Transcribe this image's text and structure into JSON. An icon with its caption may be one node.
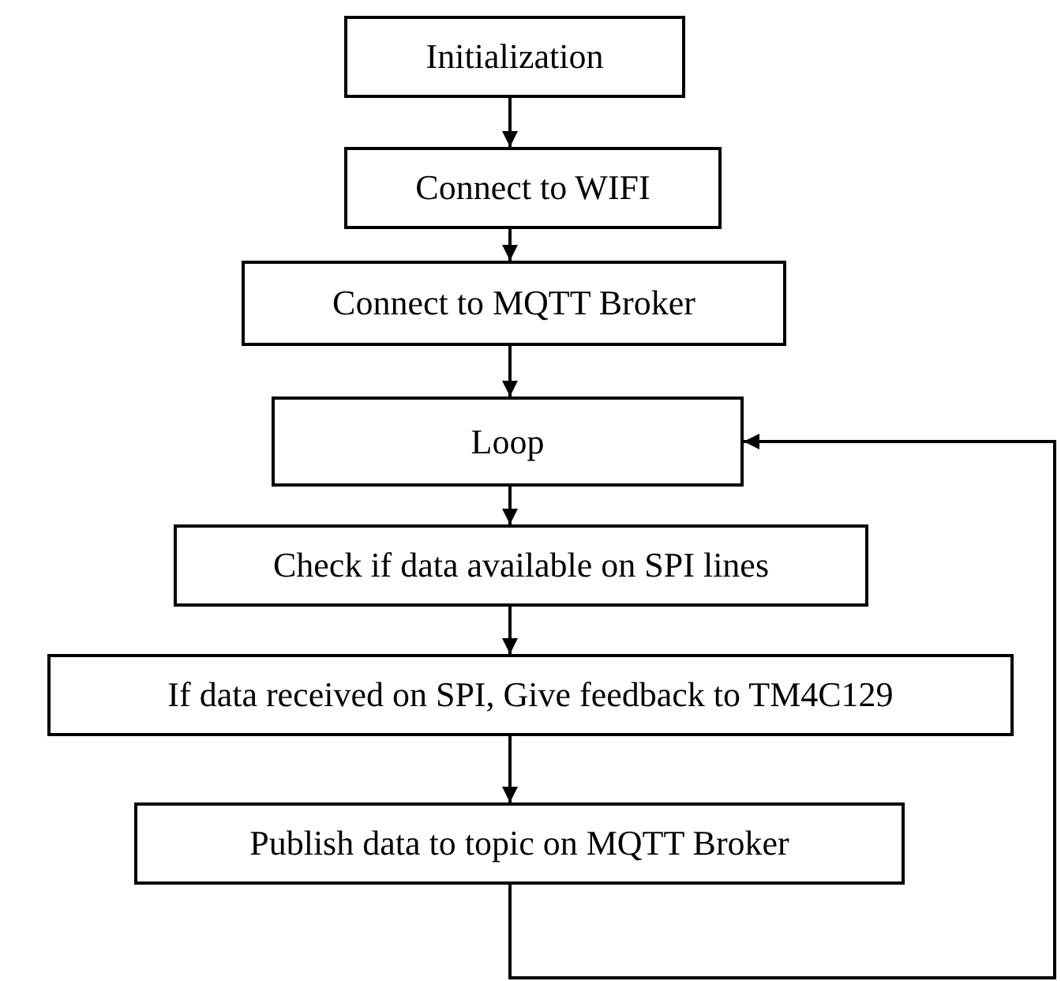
{
  "diagram": {
    "nodes": [
      {
        "text": [
          "Initialization"
        ]
      },
      {
        "text": [
          "Connect to WIFI"
        ]
      },
      {
        "text": [
          "Connect to MQTT Broker"
        ]
      },
      {
        "text": [
          "Loop"
        ]
      },
      {
        "text": [
          "Check if data available on SPI lines"
        ]
      },
      {
        "text": [
          "If data received on SPI, Give feedback to TM4C129"
        ]
      },
      {
        "text": [
          "Publish data to topic on MQTT Broker"
        ]
      }
    ],
    "edges": [
      {
        "from": 0,
        "to": 1,
        "arrow": "to"
      },
      {
        "from": 1,
        "to": 2,
        "arrow": "to"
      },
      {
        "from": 2,
        "to": 3,
        "arrow": "to"
      },
      {
        "from": 3,
        "to": 4,
        "arrow": "to"
      },
      {
        "from": 4,
        "to": 5,
        "arrow": "to"
      },
      {
        "from": 5,
        "to": 6,
        "arrow": "to"
      },
      {
        "from": 6,
        "to": 3,
        "arrow": "to"
      }
    ]
  }
}
